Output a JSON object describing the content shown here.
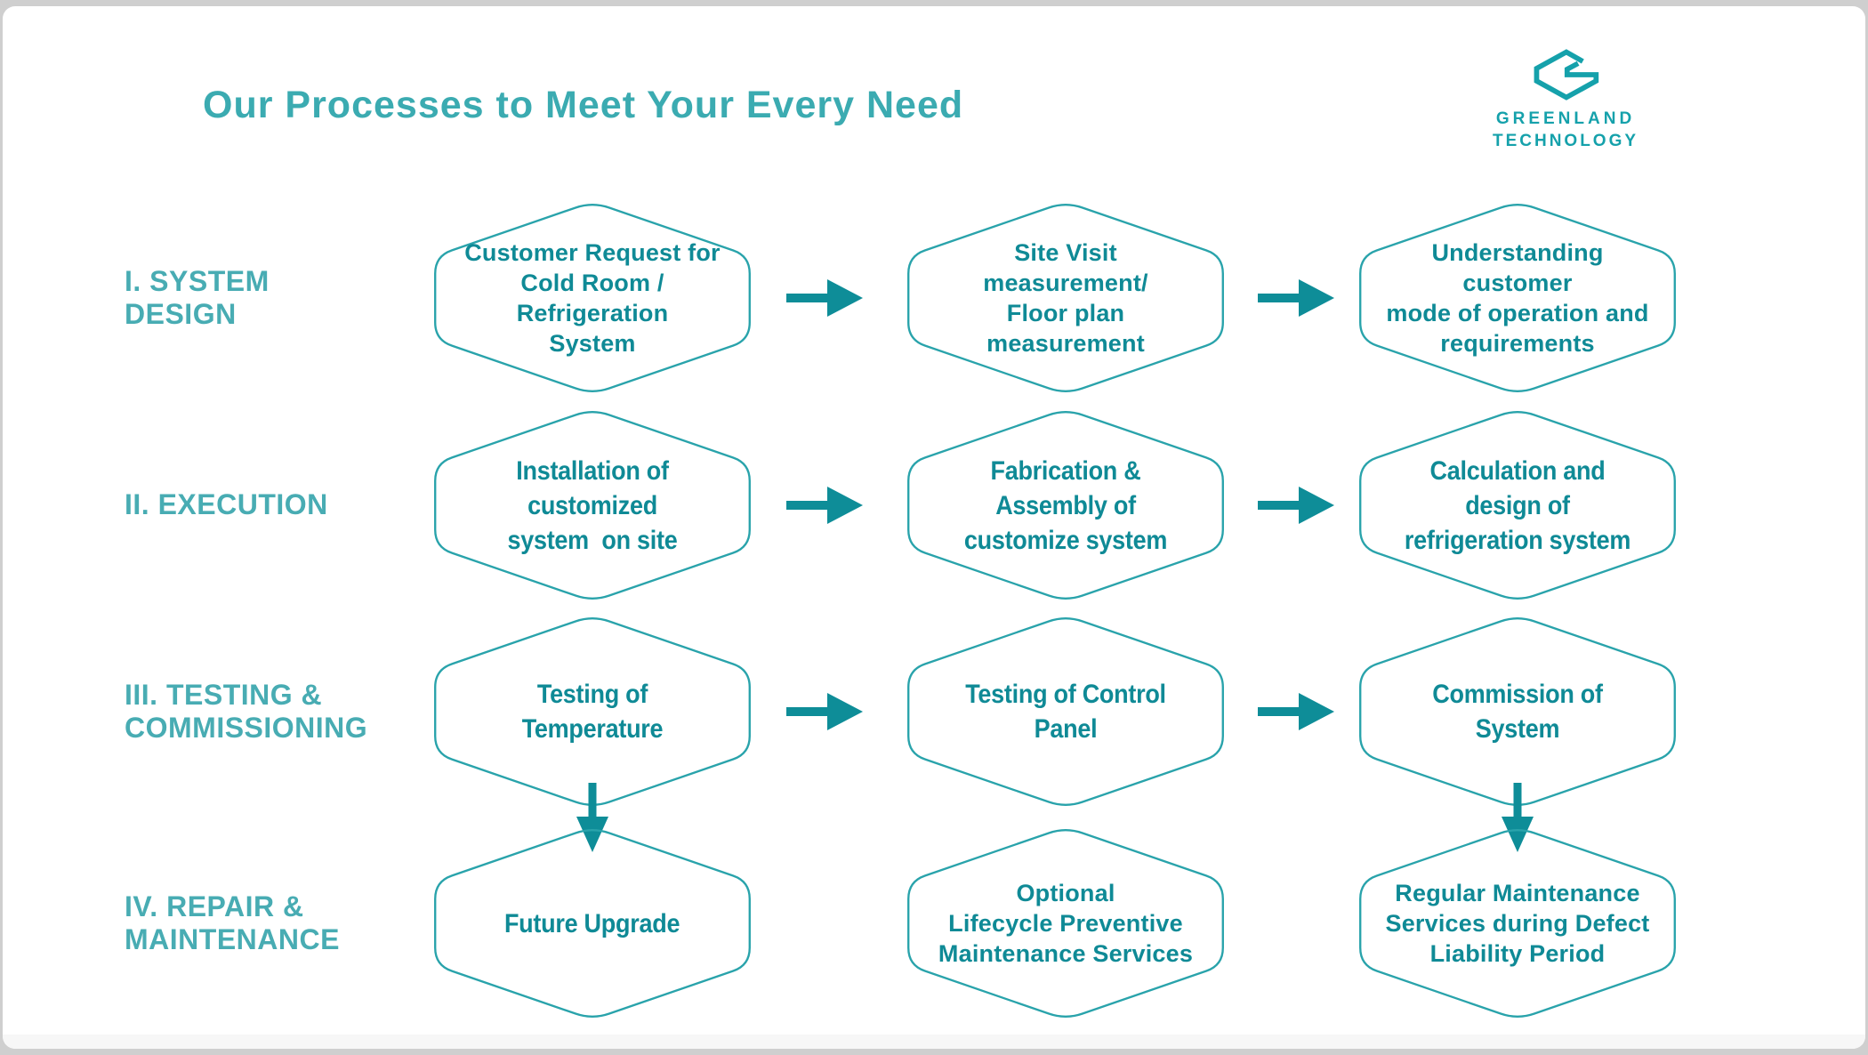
{
  "title": "Our Processes to Meet Your Every Need",
  "logo": {
    "name": "GREENLAND",
    "suffix": "TECHNOLOGY"
  },
  "colors": {
    "arrow_teal": "#0E8D98",
    "hexagon_stroke": "#29A3AB",
    "hexagon_text": "#0F8A96",
    "title_teal": "#3BABB1",
    "row_label_teal": "#48ACB3",
    "logo_teal": "#15A1AB",
    "frame_gray": "#CFCFCF",
    "background": "#FFFFFF"
  },
  "icons": {
    "logo_icon": "greenland-hexagon-g-icon",
    "step_shape": "rounded-hexagon-outline",
    "flow_right": "arrow-right-icon",
    "flow_down": "arrow-down-icon"
  },
  "rows": [
    {
      "label": "I. SYSTEM\nDESIGN",
      "steps": [
        "Customer Request for\nCold Room / Refrigeration\nSystem",
        "Site Visit measurement/\nFloor plan measurement",
        "Understanding customer\nmode of operation and\nrequirements"
      ]
    },
    {
      "label": "II. EXECUTION",
      "steps": [
        "Installation of customized\nsystem  on site",
        "Fabrication & Assembly of\ncustomize system",
        "Calculation and design of\nrefrigeration system"
      ]
    },
    {
      "label": "III. TESTING &\nCOMMISSIONING",
      "steps": [
        "Testing of Temperature",
        "Testing of Control Panel",
        "Commission of System"
      ]
    },
    {
      "label": "IV. REPAIR &\nMAINTENANCE",
      "steps": [
        "Future Upgrade",
        "Optional\nLifecycle Preventive\nMaintenance Services",
        "Regular Maintenance\nServices during Defect\nLiability Period"
      ]
    }
  ]
}
